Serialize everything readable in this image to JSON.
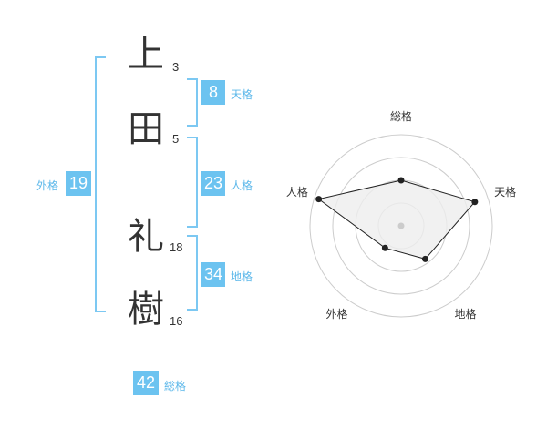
{
  "name_chars": [
    {
      "char": "上",
      "strokes": "3"
    },
    {
      "char": "田",
      "strokes": "5"
    },
    {
      "char": "礼",
      "strokes": "18"
    },
    {
      "char": "樹",
      "strokes": "16"
    }
  ],
  "kaku": {
    "tenkaku": {
      "value": "8",
      "label": "天格"
    },
    "jinkaku": {
      "value": "23",
      "label": "人格"
    },
    "chikaku": {
      "value": "34",
      "label": "地格"
    },
    "gaikaku": {
      "value": "19",
      "label": "外格"
    },
    "soukaku": {
      "value": "42",
      "label": "総格"
    }
  },
  "colors": {
    "accent": "#6cc3f0",
    "accent_text": "#5db8ea",
    "text": "#333333",
    "bracket": "#7cc8f2",
    "grid": "#cccccc",
    "radar_fill": "#eeeeee",
    "radar_line": "#222222",
    "center_dot": "#cccccc"
  },
  "chart_data": {
    "type": "radar",
    "axes": [
      "総格",
      "天格",
      "地格",
      "外格",
      "人格"
    ],
    "values": [
      0.5,
      0.85,
      0.45,
      0.3,
      0.95
    ],
    "range": [
      0,
      1
    ],
    "rings": 4,
    "grid": true
  }
}
